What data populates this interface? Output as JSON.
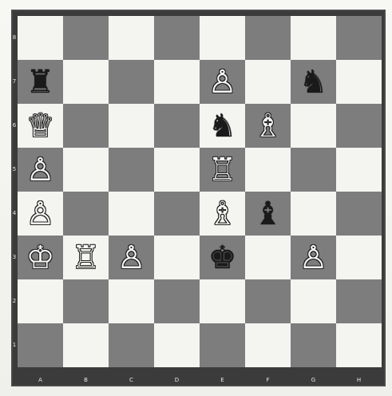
{
  "board": {
    "files": [
      "A",
      "B",
      "C",
      "D",
      "E",
      "F",
      "G",
      "H"
    ],
    "ranks": [
      "8",
      "7",
      "6",
      "5",
      "4",
      "3",
      "2",
      "1"
    ],
    "colors": {
      "light": "#f4f4f1",
      "dark": "#7d7d7d",
      "frame": "#3b3b3b"
    },
    "pieces": [
      {
        "square": "a7",
        "piece": "rook",
        "color": "black",
        "glyph": "♜"
      },
      {
        "square": "e7",
        "piece": "pawn",
        "color": "white",
        "glyph": "♙"
      },
      {
        "square": "g7",
        "piece": "knight",
        "color": "black",
        "glyph": "♞"
      },
      {
        "square": "a6",
        "piece": "queen",
        "color": "white",
        "glyph": "♕"
      },
      {
        "square": "e6",
        "piece": "knight",
        "color": "black",
        "glyph": "♞"
      },
      {
        "square": "f6",
        "piece": "bishop",
        "color": "white",
        "glyph": "♗"
      },
      {
        "square": "a5",
        "piece": "pawn",
        "color": "white",
        "glyph": "♙"
      },
      {
        "square": "e5",
        "piece": "rook",
        "color": "white",
        "glyph": "♖"
      },
      {
        "square": "a4",
        "piece": "pawn",
        "color": "white",
        "glyph": "♙"
      },
      {
        "square": "e4",
        "piece": "bishop",
        "color": "white",
        "glyph": "♗"
      },
      {
        "square": "f4",
        "piece": "bishop",
        "color": "black",
        "glyph": "♝"
      },
      {
        "square": "a3",
        "piece": "king",
        "color": "white",
        "glyph": "♔"
      },
      {
        "square": "b3",
        "piece": "rook",
        "color": "white",
        "glyph": "♖"
      },
      {
        "square": "c3",
        "piece": "pawn",
        "color": "white",
        "glyph": "♙"
      },
      {
        "square": "e3",
        "piece": "king",
        "color": "black",
        "glyph": "♚"
      },
      {
        "square": "g3",
        "piece": "pawn",
        "color": "white",
        "glyph": "♙"
      }
    ]
  }
}
